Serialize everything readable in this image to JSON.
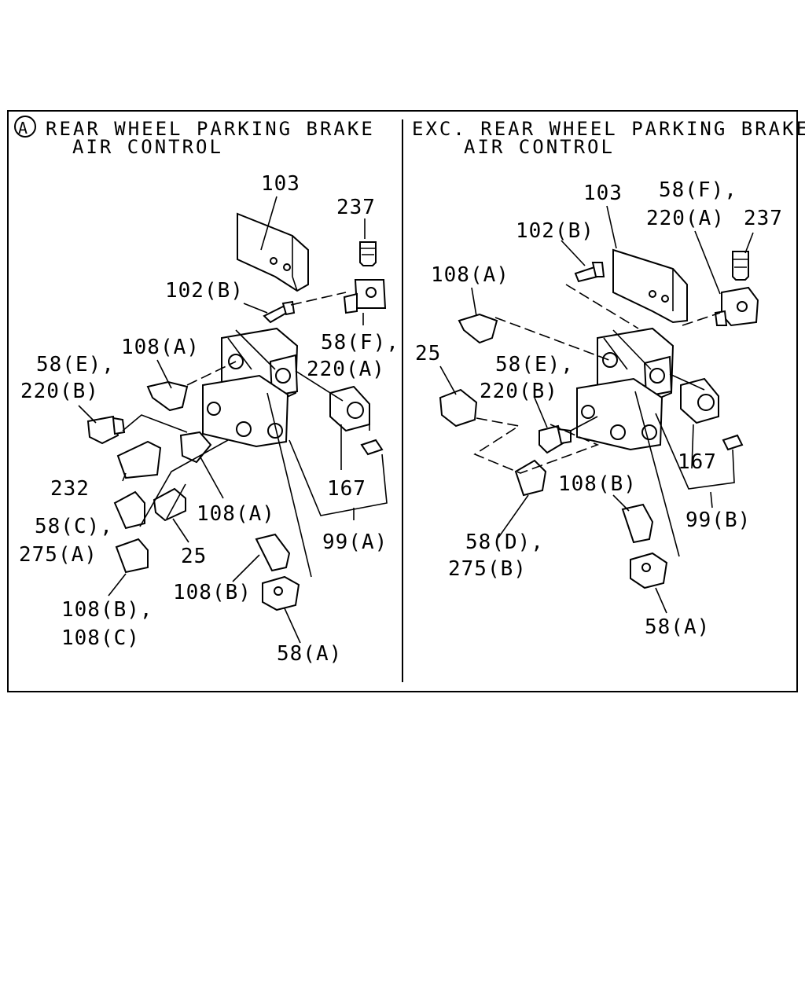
{
  "panel_left": {
    "marker": "A",
    "title_line1": "REAR WHEEL PARKING BRAKE",
    "title_line2": "AIR CONTROL",
    "labels": {
      "p103": "103",
      "p237": "237",
      "p102b": "102(B)",
      "p108a_top": "108(A)",
      "p58f_1": "58(F),",
      "p58f_2": "220(A)",
      "p58e_1": "58(E),",
      "p58e_2": "220(B)",
      "p232": "232",
      "p167": "167",
      "p108a_mid": "108(A)",
      "p58c_1": "58(C),",
      "p58c_2": "275(A)",
      "p25": "25",
      "p99a": "99(A)",
      "p108b": "108(B)",
      "p108bc_1": "108(B),",
      "p108bc_2": "108(C)",
      "p58a": "58(A)"
    }
  },
  "panel_right": {
    "title_line1": "EXC. REAR WHEEL PARKING BRAKE",
    "title_line2": "AIR CONTROL",
    "labels": {
      "p103": "103",
      "p58f_1": "58(F),",
      "p58f_2": "220(A)",
      "p237": "237",
      "p102b": "102(B)",
      "p108a": "108(A)",
      "p25": "25",
      "p58e_1": "58(E),",
      "p58e_2": "220(B)",
      "p167": "167",
      "p108b": "108(B)",
      "p99b": "99(B)",
      "p58d_1": "58(D),",
      "p58d_2": "275(B)",
      "p58a": "58(A)"
    }
  }
}
